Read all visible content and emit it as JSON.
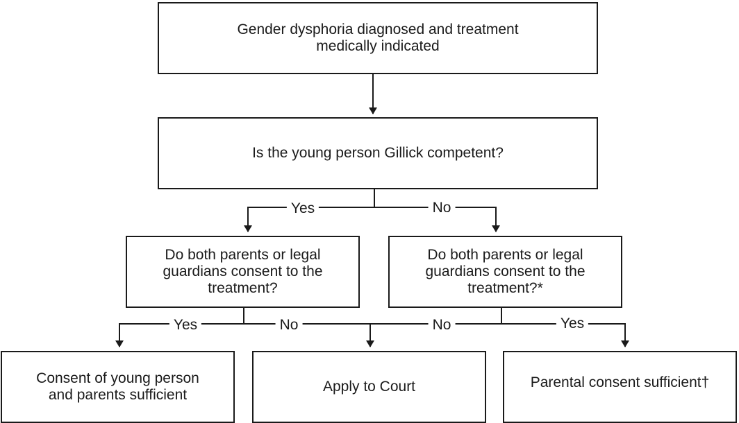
{
  "nodes": {
    "diagnosis": "Gender dysphoria diagnosed and treatment medically indicated",
    "gillick_question": "Is the young person Gillick competent?",
    "consent_question_left": "Do both parents or legal guardians consent to the treatment?",
    "consent_question_right": "Do both parents or legal guardians consent to the treatment?*",
    "outcome_consent_both": "Consent of young person and parents sufficient",
    "outcome_court": "Apply to Court",
    "outcome_parental": "Parental consent sufficient†"
  },
  "edge_labels": {
    "gillick_yes": "Yes",
    "gillick_no": "No",
    "left_yes": "Yes",
    "left_no": "No",
    "right_no": "No",
    "right_yes": "Yes"
  }
}
